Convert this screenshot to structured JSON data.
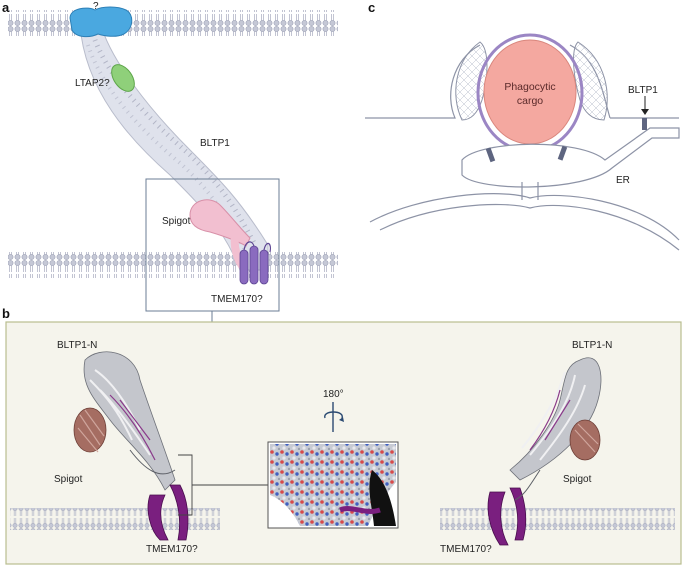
{
  "panel_labels": {
    "a": "a",
    "b": "b",
    "c": "c"
  },
  "panel_a": {
    "unknown_protein": "?",
    "ltap2": "LTAP2?",
    "bltp1": "BLTP1",
    "spigot": "Spigot",
    "tmem170": "TMEM170?"
  },
  "panel_b": {
    "left_n_terminus": "BLTP1-N",
    "left_spigot": "Spigot",
    "left_tmem170": "TMEM170?",
    "rotation": "180°",
    "right_n_terminus": "BLTP1-N",
    "right_spigot": "Spigot",
    "right_tmem170": "TMEM170?"
  },
  "panel_c": {
    "cargo_line1": "Phagocytic",
    "cargo_line2": "cargo",
    "bltp1": "BLTP1",
    "er": "ER"
  },
  "colors": {
    "membrane": "#c9ccd8",
    "bltp1_tube": "#dfe2ec",
    "unknown_protein": "#4aa8e0",
    "ltap2": "#8fd07a",
    "spigot": "#f2bfd0",
    "tmem170": "#8a6bbf",
    "panel_b_bg": "#f5f4ec",
    "panel_b_border": "#b9bd8f",
    "cargo": "#f4a8a0",
    "phagosome_membrane": "#9b86c4"
  }
}
